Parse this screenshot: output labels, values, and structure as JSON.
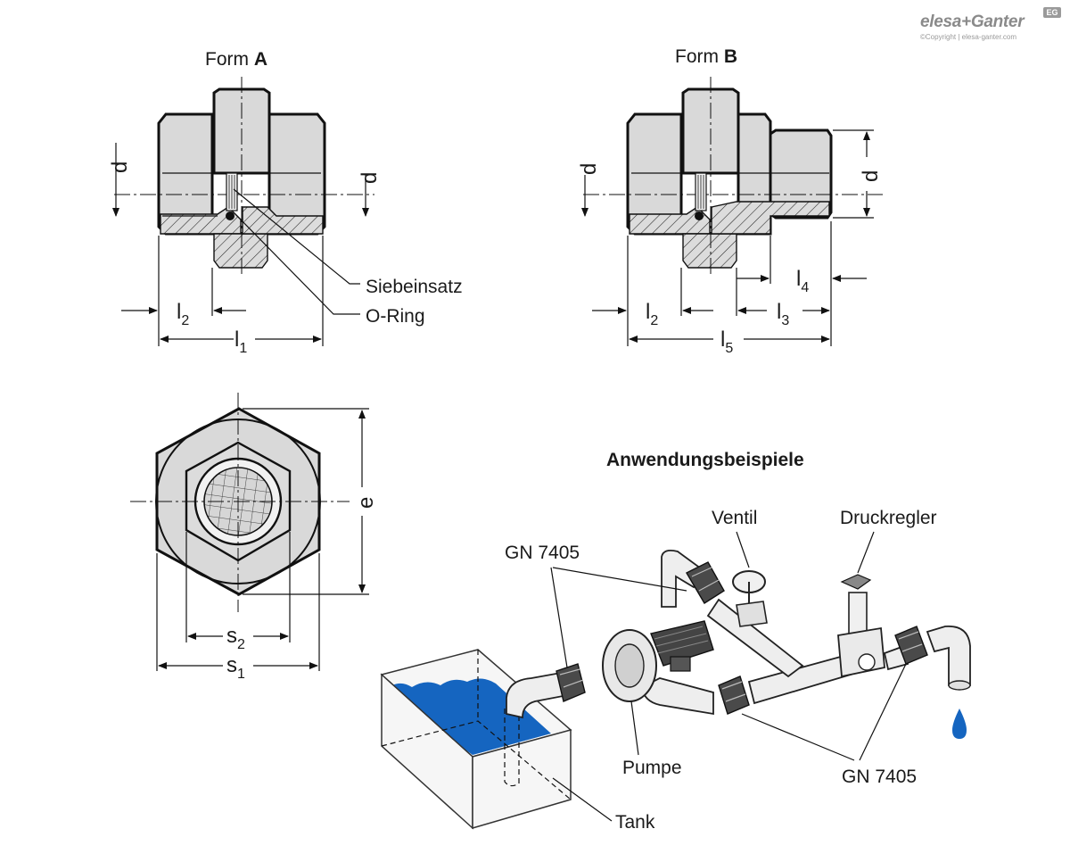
{
  "logo": {
    "brand": "elesa+Ganter",
    "badge": "EG",
    "copyright": "©Copyright | elesa-ganter.com"
  },
  "form_a": {
    "label_prefix": "Form ",
    "label_letter": "A",
    "d_left": "d",
    "d_right": "d",
    "callout_sieve": "Siebeinsatz",
    "callout_oring": "O-Ring",
    "dim_l2": {
      "main": "l",
      "sub": "2"
    },
    "dim_l1": {
      "main": "l",
      "sub": "1"
    }
  },
  "form_b": {
    "label_prefix": "Form ",
    "label_letter": "B",
    "d_left": "d",
    "d_right": "d",
    "dim_l2": {
      "main": "l",
      "sub": "2"
    },
    "dim_l3": {
      "main": "l",
      "sub": "3"
    },
    "dim_l4": {
      "main": "l",
      "sub": "4"
    },
    "dim_l5": {
      "main": "l",
      "sub": "5"
    }
  },
  "end_view": {
    "dim_e": "e",
    "dim_s2": {
      "main": "s",
      "sub": "2"
    },
    "dim_s1": {
      "main": "s",
      "sub": "1"
    }
  },
  "application": {
    "title": "Anwendungsbeispiele",
    "label_ventil": "Ventil",
    "label_druckregler": "Druckregler",
    "label_gn_top": "GN 7405",
    "label_gn_bottom": "GN 7405",
    "label_pumpe": "Pumpe",
    "label_tank": "Tank",
    "water_color": "#1565c0"
  }
}
